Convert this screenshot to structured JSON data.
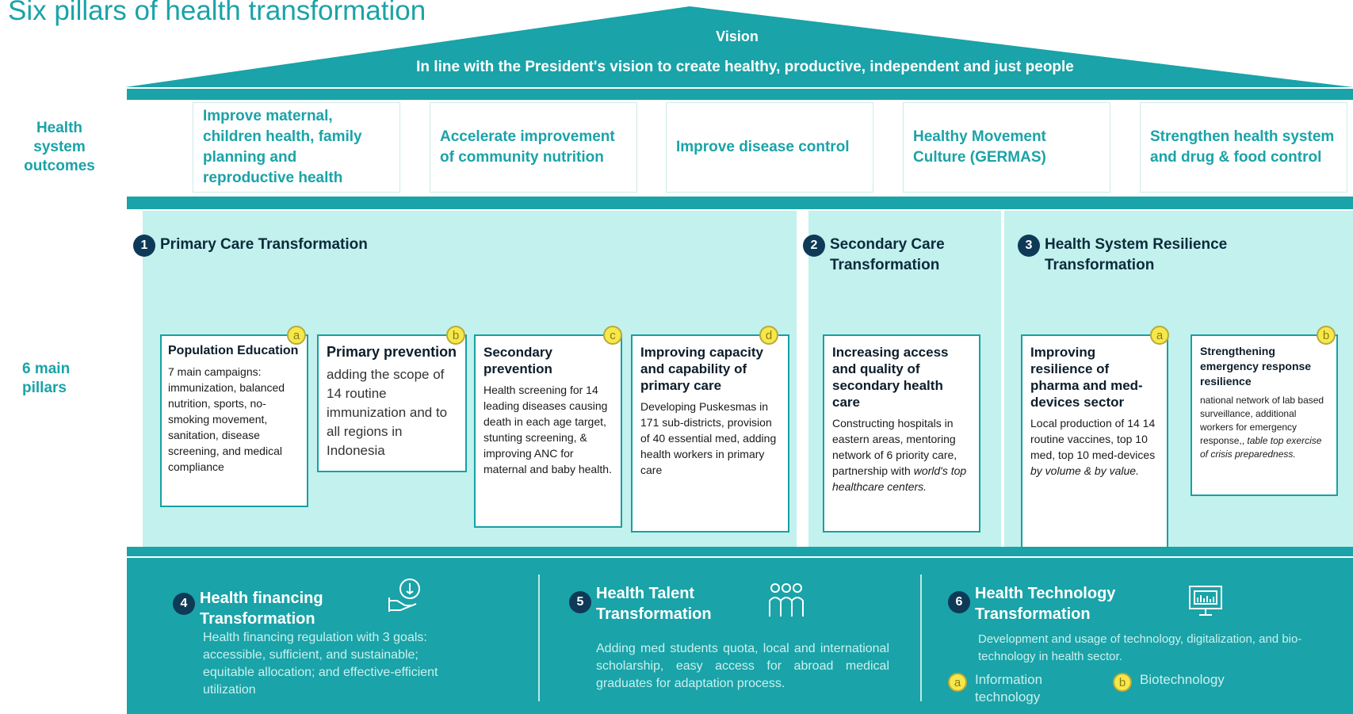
{
  "title": "Six pillars of health transformation",
  "vision": {
    "label": "Vision",
    "text": "In line with the President's vision to create healthy, productive, independent and just people"
  },
  "outcomes": {
    "label": "Health system outcomes",
    "items": [
      "Improve maternal, children health, family planning and reproductive health",
      "Accelerate improvement of community nutrition",
      "Improve disease control",
      "Healthy Movement Culture (GERMAS)",
      "Strengthen health system and drug & food control"
    ]
  },
  "pillars_label": "6 main pillars",
  "pillars": [
    {
      "number": "1",
      "title": "Primary Care Transformation",
      "cards": [
        {
          "badge": "a",
          "title": "Population Education",
          "body": "7 main campaigns: immunization, balanced nutrition, sports, no-smoking movement, sanitation, disease screening, and medical compliance"
        },
        {
          "badge": "b",
          "title": "Primary prevention",
          "body": "adding the scope of 14 routine immunization and to all regions in Indonesia"
        },
        {
          "badge": "c",
          "title": "Secondary prevention",
          "body": "Health screening for 14 leading diseases causing death in each age target, stunting screening, & improving ANC for maternal and baby health."
        },
        {
          "badge": "d",
          "title": "Improving capacity and capability of primary care",
          "body": "Developing Puskesmas in 171 sub-districts, provision of 40 essential med, adding health workers in primary care"
        }
      ]
    },
    {
      "number": "2",
      "title": "Secondary Care Transformation",
      "cards": [
        {
          "title": "Increasing access and quality of secondary health care",
          "body": "Constructing hospitals in eastern areas, mentoring network of 6 priority care, partnership with ",
          "body_em": "world's top healthcare centers."
        }
      ]
    },
    {
      "number": "3",
      "title": "Health System Resilience Transformation",
      "cards": [
        {
          "badge": "a",
          "title": "Improving resilience of pharma and med-devices sector",
          "body": "Local production of 14 14 routine vaccines, top 10 med, top 10 med-devices ",
          "body_em": "by volume & by value."
        },
        {
          "badge": "b",
          "title": "Strengthening emergency response resilience",
          "body": "national network of lab based surveillance, additional workers for emergency response,, ",
          "body_em": "table top exercise of crisis preparedness."
        }
      ]
    }
  ],
  "enablers": [
    {
      "number": "4",
      "title": "Health financing Transformation",
      "icon": "hand-money-icon",
      "body": "Health financing regulation with 3 goals: accessible, sufficient, and sustainable; equitable allocation; and effective-efficient utilization"
    },
    {
      "number": "5",
      "title": "Health Talent Transformation",
      "icon": "people-icon",
      "body": "Adding med students quota, local and international scholarship, easy access for abroad medical graduates for adaptation process."
    },
    {
      "number": "6",
      "title": "Health Technology Transformation",
      "icon": "monitor-chart-icon",
      "body": "Development and usage of technology, digitalization, and bio-technology in health sector.",
      "legend": [
        {
          "badge": "a",
          "label": "Information technology"
        },
        {
          "badge": "b",
          "label": "Biotechnology"
        }
      ]
    }
  ],
  "colors": {
    "teal": "#1aa3a8",
    "light_teal": "#c2f1ee",
    "navy": "#0e3a57",
    "badge_yellow": "#f6e84a"
  }
}
